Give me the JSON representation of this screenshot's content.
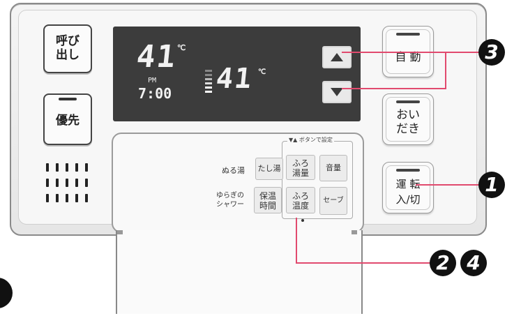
{
  "left_buttons": {
    "call_label_line1": "呼び",
    "call_label_line2": "出し",
    "priority_label": "優先"
  },
  "display": {
    "temp_value": "41",
    "temp_unit": "℃",
    "ampm": "PM",
    "time": "7:00",
    "bath_temp_value": "41",
    "bath_temp_unit": "℃"
  },
  "right_buttons": {
    "auto_label": "自 動",
    "reheat_line1": "おい",
    "reheat_line2": "だき",
    "power_line1": "運 転",
    "power_line2": "入/切"
  },
  "cover_panel": {
    "hint": "▼▲ ボタンで設定",
    "nuruyu": "ぬる湯",
    "tashiyu": "たし湯",
    "furo_yuryo_1": "ふろ",
    "furo_yuryo_2": "湯量",
    "volume": "音量",
    "yuragi_1": "ゆらぎの",
    "yuragi_2": "シャワー",
    "hoon_1": "保温",
    "hoon_2": "時間",
    "furo_ondo_1": "ふろ",
    "furo_ondo_2": "温度",
    "save": "セーブ"
  },
  "callouts": {
    "one": "1",
    "two": "2",
    "three": "3",
    "four": "4"
  },
  "colors": {
    "callout_line": "#e14a6e",
    "lcd_bg": "#3c3c3c",
    "badge": "#111111"
  }
}
